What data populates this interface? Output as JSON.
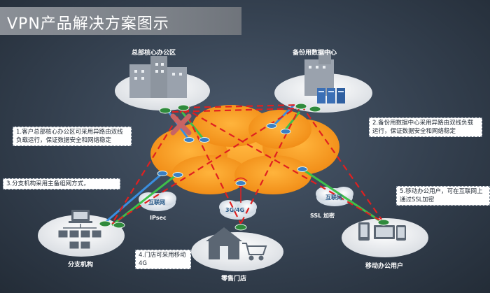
{
  "title": "VPN产品解决方案图示",
  "sites": {
    "hq": "总部核心办公区",
    "backup_dc": "备份用数据中心",
    "branch": "分支机构",
    "retail": "零售门店",
    "mobile": "移动办公用户"
  },
  "notes": {
    "n1": "1.客户总部核心办公区可采用异路由双线负载运行，保证数据安全和网络稳定",
    "n2": "2.备份用数据中心采用异路由双线负载运行，保证数据安全和网络稳定",
    "n3": "3.分支机构采用主备组网方式，",
    "n4": "4.门店可采用移动4G",
    "n5": "5.移动办公用户，可在互联网上通过SSL加密"
  },
  "labels": {
    "internet_left": "互联网",
    "internet_mid": "3G/4G",
    "internet_right": "互联网",
    "ipsec": "IPsec",
    "ssl": "SSL 加密"
  },
  "colors": {
    "cloud": "#f39a1f",
    "red_tunnel": "#e02020",
    "green_link": "#3ec04a",
    "blue_link": "#3a8ee0"
  }
}
